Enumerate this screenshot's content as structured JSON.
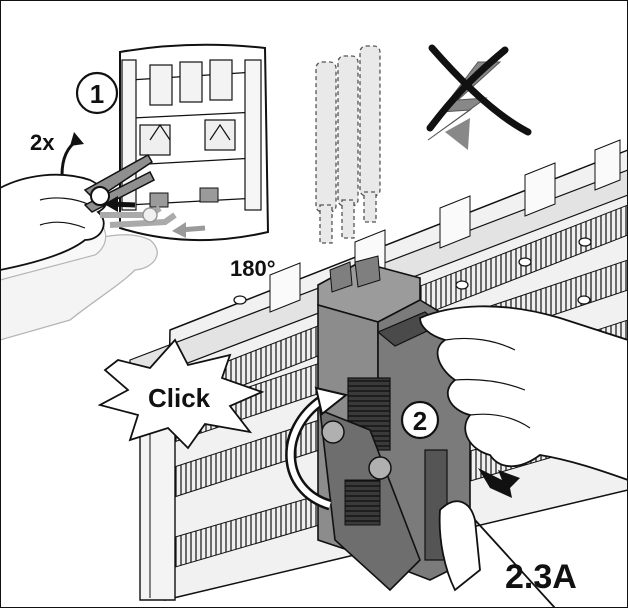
{
  "labels": {
    "step1": "1",
    "step2": "2",
    "repeat": "2x",
    "rotation": "180°",
    "click": "Click",
    "figure_id": "2.3A"
  },
  "icons": {
    "no_lightning": "crossed-out-lightning-icon",
    "push_arrow": "right-arrow-icon",
    "rotate_arrow": "curved-rotate-arrow-icon",
    "pliers": "pliers-icon",
    "fuse_pins": "fuse-link-icon"
  },
  "colors": {
    "line": "#111111",
    "module_fill": "#8a8a8a",
    "module_dark": "#5a5a5a",
    "rail_fill": "#ededed",
    "ghost": "#bdbdbd"
  }
}
